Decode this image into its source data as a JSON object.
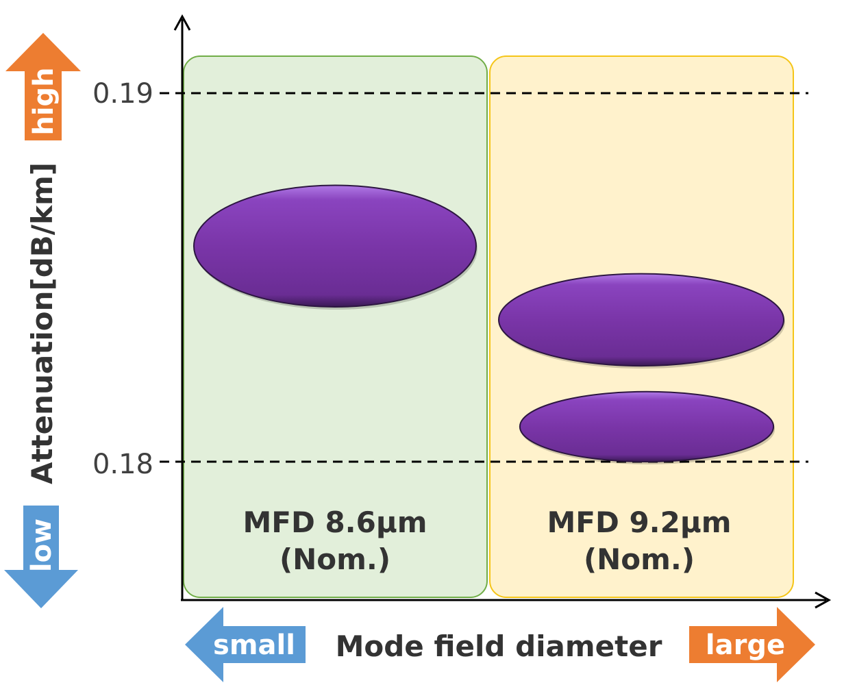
{
  "chart_data": {
    "type": "scatter",
    "xlabel": "Mode field diameter",
    "ylabel": "Attenuation[dB/km]",
    "y_ticks": [
      "0.19",
      "0.18"
    ],
    "categories": [
      "MFD 8.6μm",
      "MFD 9.2μm"
    ],
    "category_sublabel": "(Nom.)",
    "ranges": [
      {
        "category": "MFD 8.6μm",
        "y_low": 0.1842,
        "y_high": 0.1875
      },
      {
        "category": "MFD 9.2μm",
        "y_low": 0.1826,
        "y_high": 0.1851
      },
      {
        "category": "MFD 9.2μm",
        "y_low": 0.18,
        "y_high": 0.1819
      }
    ],
    "x_arrows": {
      "left": "small",
      "right": "large"
    },
    "y_arrows": {
      "top": "high",
      "bottom": "low"
    },
    "colors": {
      "marker": "#7a35a8",
      "group_fill": [
        "#e2efda",
        "#fff2cc"
      ],
      "group_border": [
        "#70ad47",
        "#f5c518"
      ],
      "arrow_high": "#ed7d31",
      "arrow_low": "#5b9bd5"
    }
  }
}
